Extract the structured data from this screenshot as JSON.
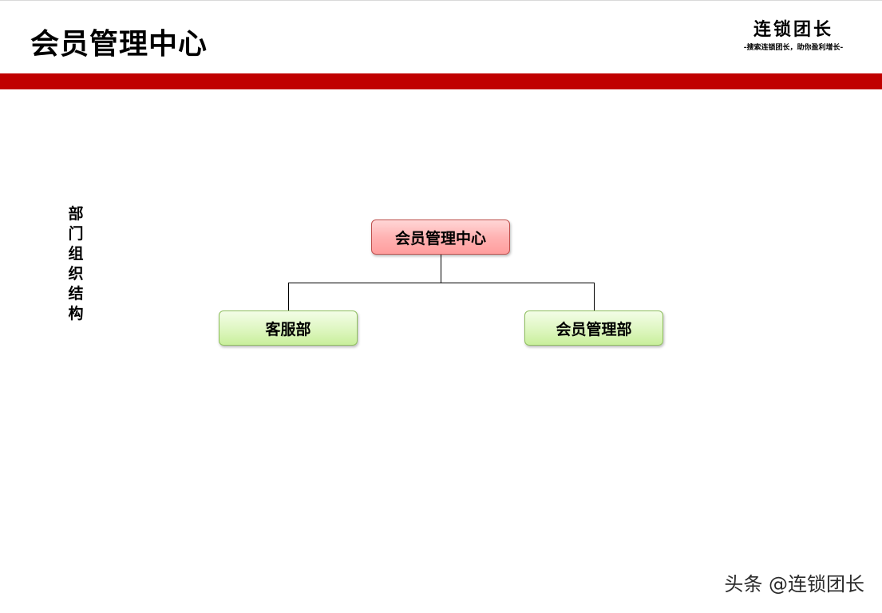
{
  "header": {
    "title": "会员管理中心",
    "brand_name": "连锁团长",
    "brand_slogan": "-搜索连锁团长，助你盈利增长-"
  },
  "side_label": "部门组织结构",
  "org_chart": {
    "root": "会员管理中心",
    "children": [
      "客服部",
      "会员管理部"
    ]
  },
  "watermark": "头条 @连锁团长",
  "colors": {
    "band": "#c00000",
    "root_fill": "#ffb3b3",
    "child_fill": "#e0f7c4"
  }
}
